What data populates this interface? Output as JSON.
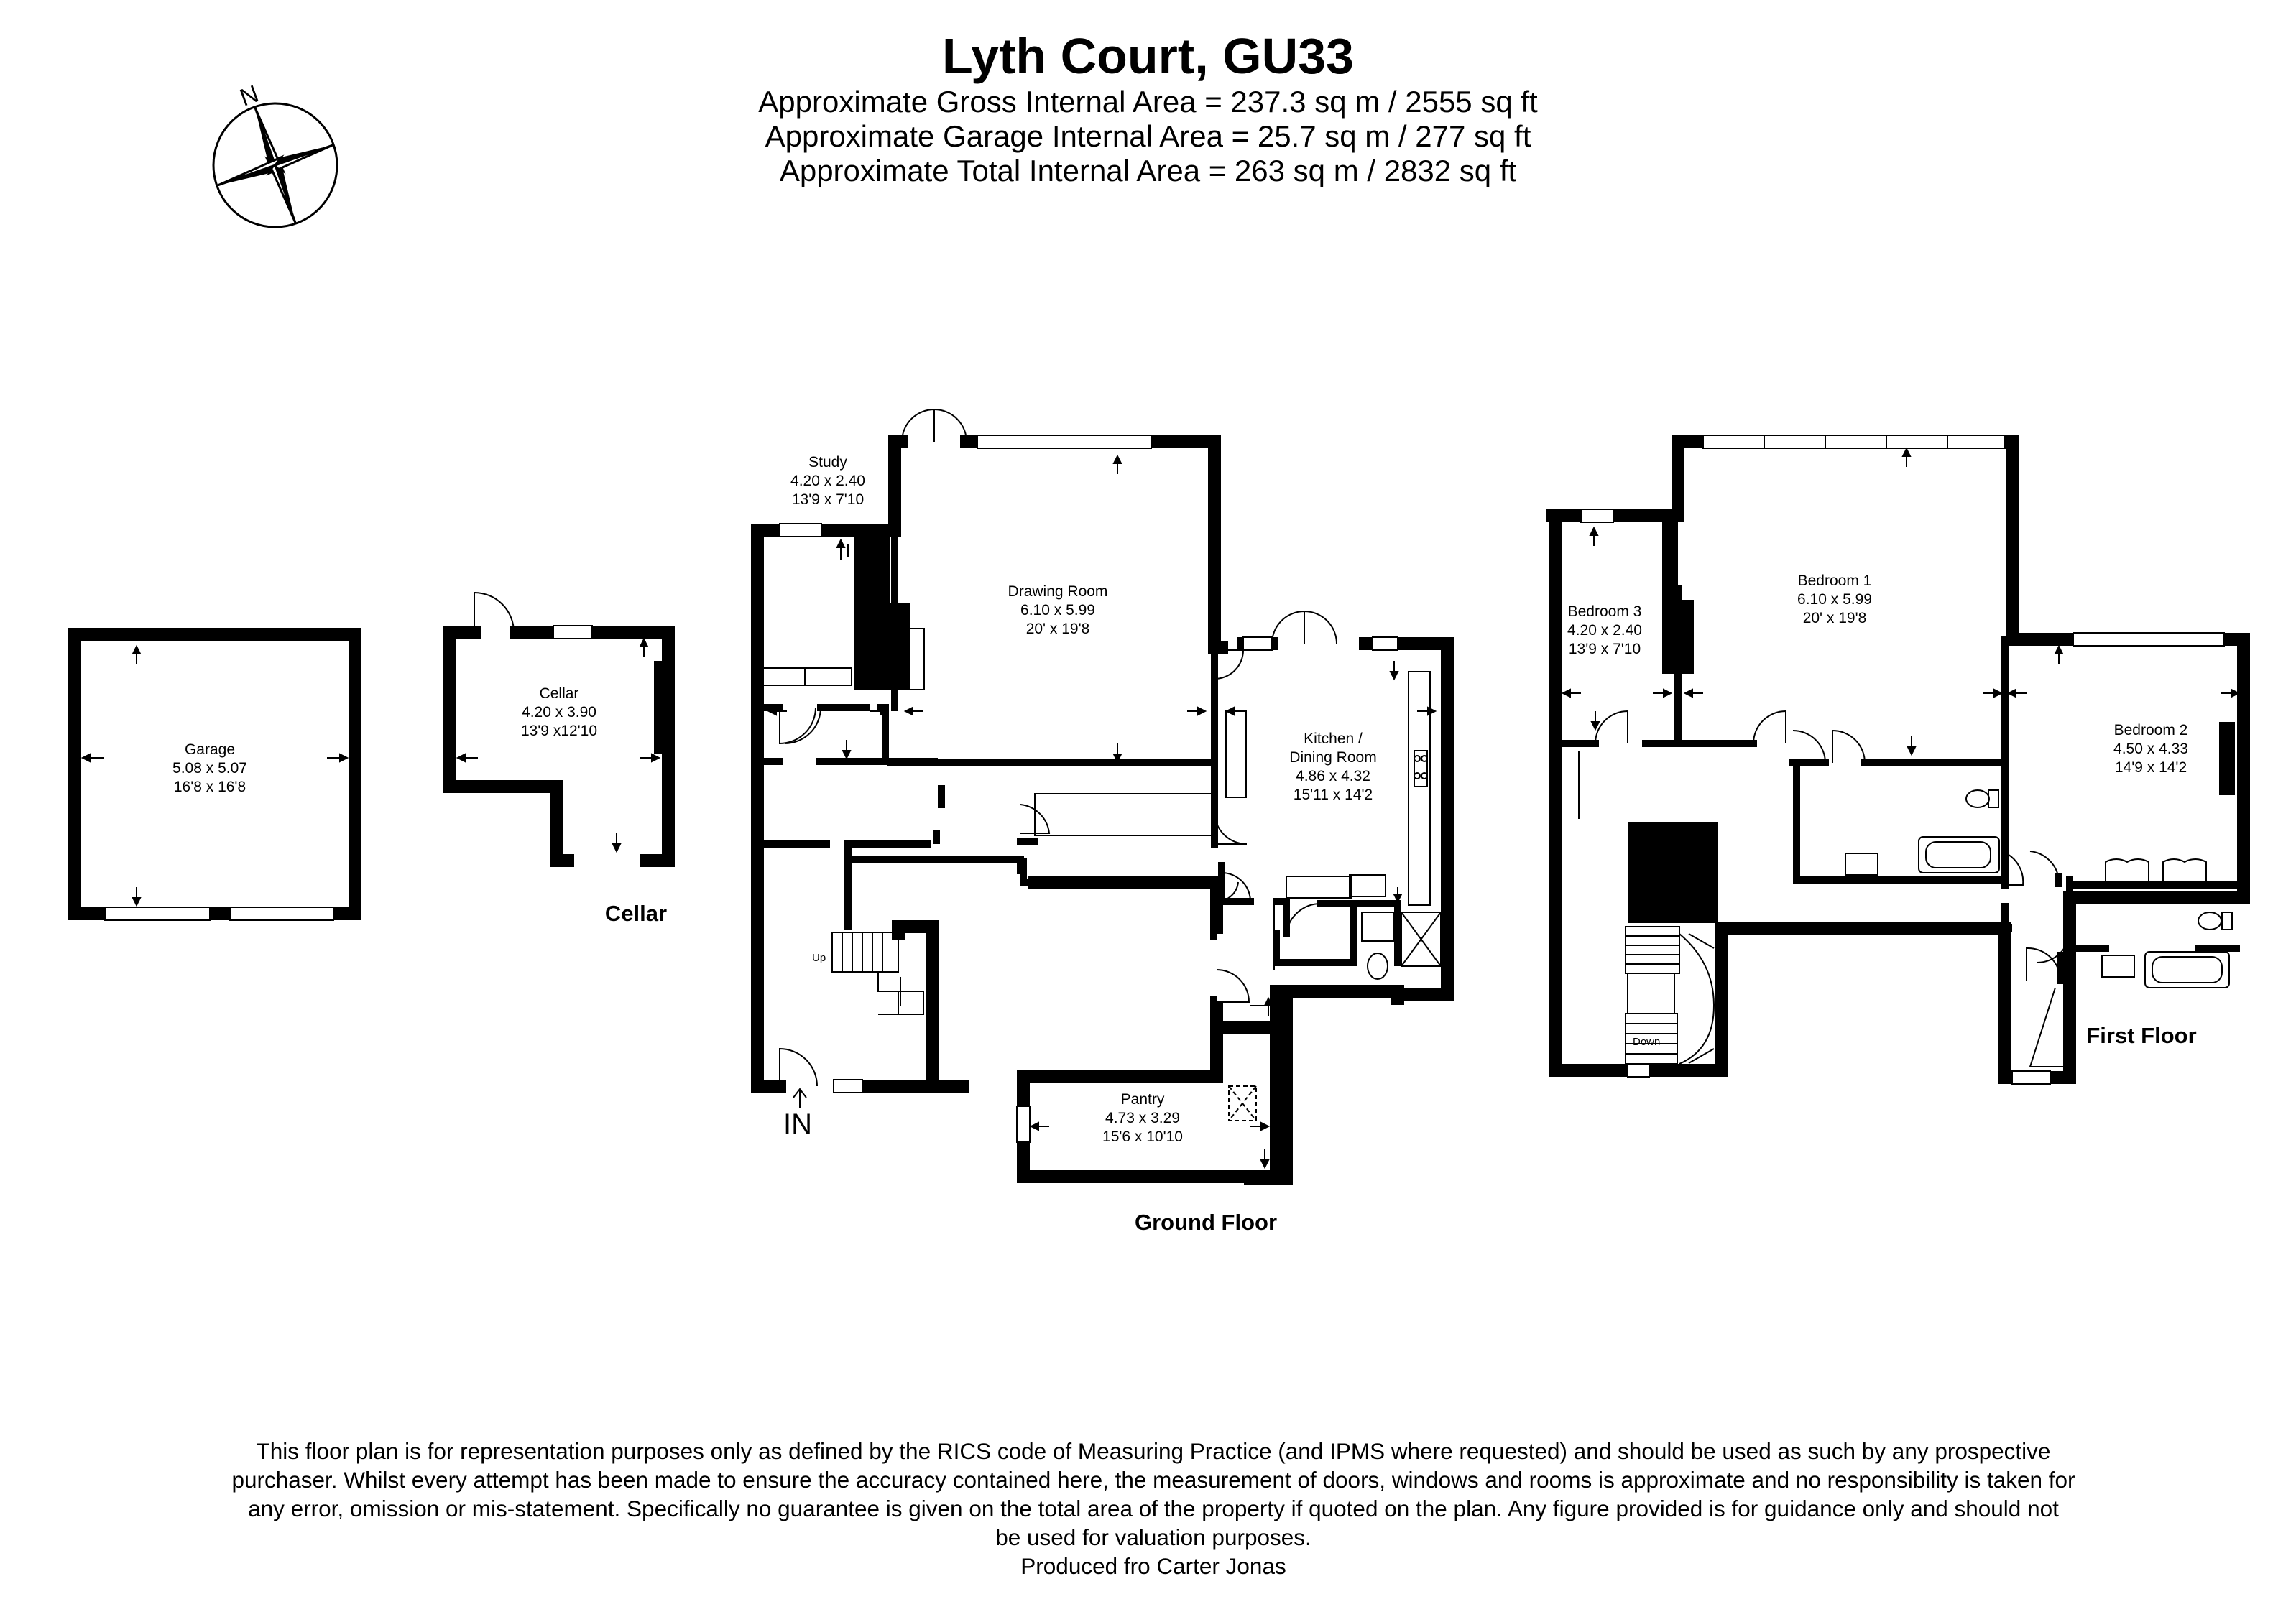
{
  "header": {
    "title": "Lyth Court, GU33",
    "gross_internal_area": "Approximate Gross Internal Area = 237.3 sq m / 2555 sq ft",
    "garage_internal_area": "Approximate Garage Internal Area = 25.7 sq m / 277 sq ft",
    "total_internal_area": "Approximate Total Internal Area = 263 sq m / 2832 sq ft"
  },
  "compass": {
    "north_label": "N",
    "icon": "compass-rose-icon"
  },
  "floors": {
    "cellar_label": "Cellar",
    "ground_label": "Ground Floor",
    "first_label": "First Floor"
  },
  "rooms": {
    "garage": {
      "name": "Garage",
      "metric": "5.08 x 5.07",
      "imperial": "16'8 x 16'8"
    },
    "cellar": {
      "name": "Cellar",
      "metric": "4.20 x 3.90",
      "imperial": "13'9 x12'10"
    },
    "study": {
      "name": "Study",
      "metric": "4.20 x 2.40",
      "imperial": "13'9 x 7'10"
    },
    "drawing_room": {
      "name": "Drawing Room",
      "metric": "6.10 x 5.99",
      "imperial": "20' x 19'8"
    },
    "kitchen": {
      "name1": "Kitchen /",
      "name2": "Dining Room",
      "metric": "4.86 x 4.32",
      "imperial": "15'11 x 14'2"
    },
    "pantry": {
      "name": "Pantry",
      "metric": "4.73 x 3.29",
      "imperial": "15'6 x 10'10"
    },
    "bedroom3": {
      "name": "Bedroom 3",
      "metric": "4.20 x 2.40",
      "imperial": "13'9 x 7'10"
    },
    "bedroom1": {
      "name": "Bedroom 1",
      "metric": "6.10 x 5.99",
      "imperial": "20' x 19'8"
    },
    "bedroom2": {
      "name": "Bedroom 2",
      "metric": "4.50 x 4.33",
      "imperial": "14'9 x 14'2"
    }
  },
  "labels": {
    "up": "Up",
    "down": "Down",
    "entrance": "IN"
  },
  "disclaimer": {
    "line1": "This floor plan is for representation purposes only as defined by the RICS code of Measuring Practice (and IPMS where requested) and should be used as such by any prospective",
    "line2": "purchaser. Whilst every attempt has been made to ensure the accuracy contained here, the measurement of doors, windows and rooms is approximate and no responsibility is taken for",
    "line3": "any error, omission or mis-statement. Specifically no guarantee is given on the total area of the property if quoted on the plan. Any figure provided is for guidance only and should not",
    "line4": "be used for valuation purposes.",
    "line5": "Produced fro Carter Jonas"
  }
}
